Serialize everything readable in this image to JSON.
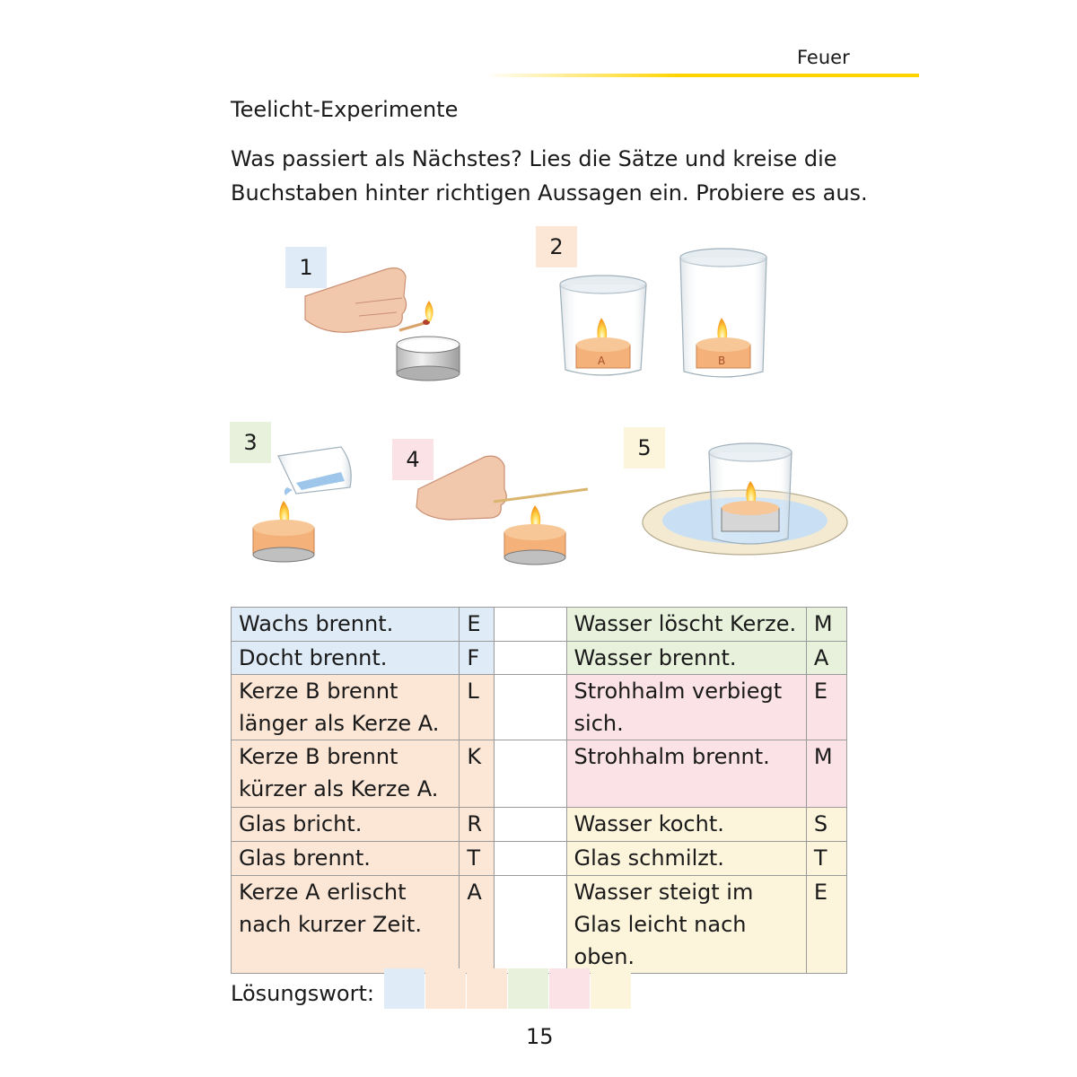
{
  "header": {
    "title": "Feuer"
  },
  "page_title": "Teelicht-Experimente",
  "instructions": "Was passiert als Nächstes? Lies die Sätze und kreise die Buchstaben hinter richtigen Aussagen ein. Probiere es aus.",
  "colors": {
    "blue": "#dfecf7",
    "orange": "#fce6d6",
    "green": "#e8f1dc",
    "pink": "#fae2e6",
    "yellow": "#fdf4dc",
    "accent_rule": "#ffd400",
    "grid": "#9a9a9a"
  },
  "experiments": [
    {
      "number": "1",
      "color": "blue",
      "icons": [
        "hand-icon",
        "match-icon",
        "tealight-icon"
      ]
    },
    {
      "number": "2",
      "color": "orange",
      "icons": [
        "glass-icon",
        "tealight-icon"
      ],
      "candle_labels": [
        "A",
        "B"
      ]
    },
    {
      "number": "3",
      "color": "green",
      "icons": [
        "glass-icon",
        "water-icon",
        "tealight-icon"
      ]
    },
    {
      "number": "4",
      "color": "pink",
      "icons": [
        "hand-icon",
        "straw-icon",
        "tealight-icon"
      ]
    },
    {
      "number": "5",
      "color": "yellow",
      "icons": [
        "plate-icon",
        "glass-icon",
        "tealight-icon"
      ]
    }
  ],
  "table": {
    "rows": [
      {
        "left_text": "Wachs brennt.",
        "left_letter": "E",
        "left_color": "blue",
        "right_text": "Wasser löscht Kerze.",
        "right_letter": "M",
        "right_color": "green"
      },
      {
        "left_text": "Docht brennt.",
        "left_letter": "F",
        "left_color": "blue",
        "right_text": "Wasser brennt.",
        "right_letter": "A",
        "right_color": "green"
      },
      {
        "left_text": "Kerze B brennt länger als Kerze A.",
        "left_letter": "L",
        "left_color": "orange",
        "right_text": "Strohhalm verbiegt sich.",
        "right_letter": "E",
        "right_color": "pink"
      },
      {
        "left_text": "Kerze B brennt kürzer als Kerze A.",
        "left_letter": "K",
        "left_color": "orange",
        "right_text": "Strohhalm brennt.",
        "right_letter": "M",
        "right_color": "pink"
      },
      {
        "left_text": "Glas bricht.",
        "left_letter": "R",
        "left_color": "orange",
        "right_text": "Wasser kocht.",
        "right_letter": "S",
        "right_color": "yellow"
      },
      {
        "left_text": "Glas brennt.",
        "left_letter": "T",
        "left_color": "orange",
        "right_text": "Glas schmilzt.",
        "right_letter": "T",
        "right_color": "yellow"
      },
      {
        "left_text": "Kerze A erlischt nach kurzer Zeit.",
        "left_letter": "A",
        "left_color": "orange",
        "right_text": "Wasser steigt im Glas leicht nach oben.",
        "right_letter": "E",
        "right_color": "yellow"
      }
    ]
  },
  "solution": {
    "label": "Lösungswort:",
    "boxes": [
      "blue",
      "orange",
      "orange",
      "green",
      "pink",
      "yellow"
    ]
  },
  "page_number": "15"
}
